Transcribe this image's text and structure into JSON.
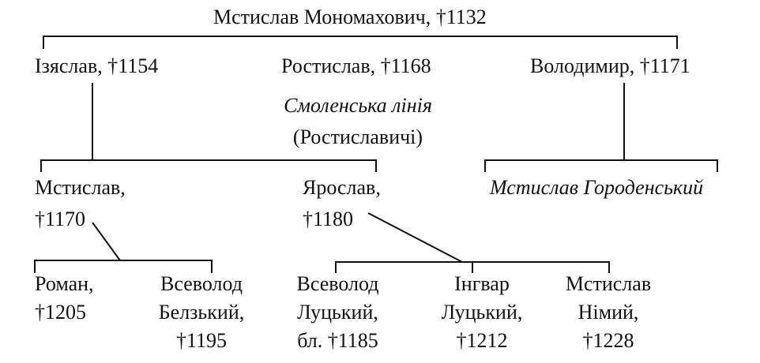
{
  "colors": {
    "line": "#111111",
    "text": "#111111",
    "background": "#ffffff"
  },
  "root": {
    "text": "Мстислав Мономахович, †1132"
  },
  "gen1": {
    "iziaslav": "Ізяслав, †1154",
    "rostyslav": "Ростислав, †1168",
    "volodymyr": "Володимир, †1171"
  },
  "smolensk_branch": {
    "title": "Смоленська лінія",
    "subtitle": "(Ростиславичі)"
  },
  "gen2": {
    "mstyslav": {
      "line1": "Мстислав,",
      "line2": "†1170"
    },
    "yaroslav": {
      "line1": "Ярослав,",
      "line2": "†1180"
    },
    "mstyslav_horodenskyi": "Мстислав Городенський"
  },
  "gen3": {
    "roman": {
      "line1": "Роман,",
      "line2": "†1205"
    },
    "vsevolod_belzkyi": {
      "line1": "Всеволод",
      "line2": "Белзький,",
      "line3": "†1195"
    },
    "vsevolod_lutskyi": {
      "line1": "Всеволод",
      "line2": "Луцький,",
      "line3": "бл. †1185"
    },
    "ingvar": {
      "line1": "Інгвар",
      "line2": "Луцький,",
      "line3": "†1212"
    },
    "mstyslav_nimyi": {
      "line1": "Мстислав",
      "line2": "Німий,",
      "line3": "†1228"
    }
  }
}
